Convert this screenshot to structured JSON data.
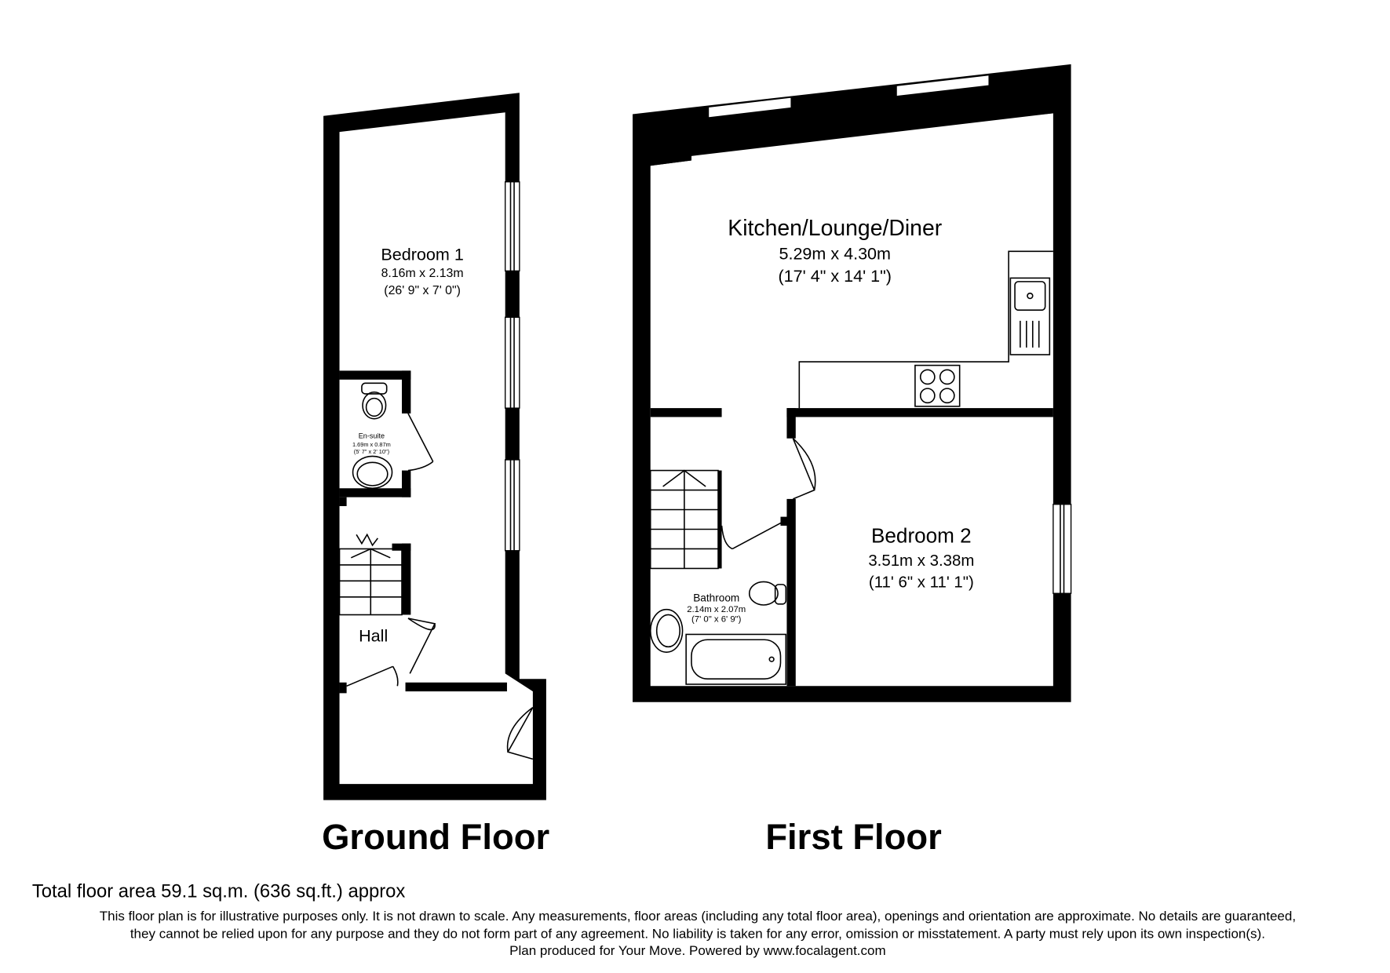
{
  "floors": [
    {
      "title": "Ground Floor",
      "rooms": [
        {
          "name": "Bedroom 1",
          "metric": "8.16m x 2.13m",
          "imperial": "(26' 9\" x 7' 0\")"
        },
        {
          "name": "En-suite",
          "metric": "1.69m x 0.87m",
          "imperial": "(5' 7\" x 2' 10\")"
        },
        {
          "name": "Hall",
          "metric": "",
          "imperial": ""
        }
      ]
    },
    {
      "title": "First Floor",
      "rooms": [
        {
          "name": "Kitchen/Lounge/Diner",
          "metric": "5.29m x 4.30m",
          "imperial": "(17' 4\" x 14' 1\")"
        },
        {
          "name": "Bedroom 2",
          "metric": "3.51m x 3.38m",
          "imperial": "(11' 6\" x 11' 1\")"
        },
        {
          "name": "Bathroom",
          "metric": "2.14m x 2.07m",
          "imperial": "(7' 0\" x 6' 9\")"
        }
      ]
    }
  ],
  "footer": {
    "total_area": "Total floor area 59.1 sq.m. (636 sq.ft.) approx",
    "disclaimer_line1": "This floor plan is for illustrative purposes only. It is not drawn to scale. Any measurements, floor areas (including any total floor area), openings and orientation are approximate. No details are guaranteed,",
    "disclaimer_line2": "they cannot be relied upon for any purpose and they do not form part of any agreement. No liability is taken for any error, omission or misstatement. A party must rely upon its own inspection(s).",
    "credit": "Plan produced for Your Move. Powered by www.focalagent.com"
  }
}
